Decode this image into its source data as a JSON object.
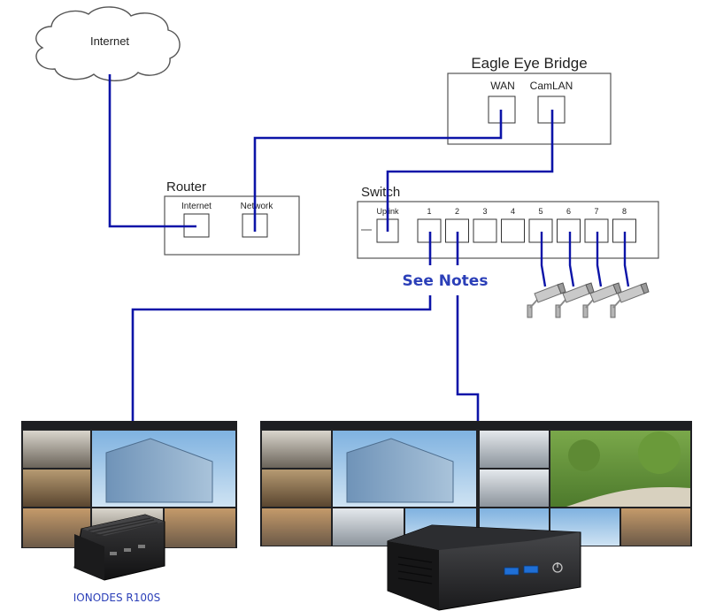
{
  "internet": {
    "label": "Internet"
  },
  "bridge": {
    "title": "Eagle Eye Bridge",
    "ports": [
      "WAN",
      "CamLAN"
    ]
  },
  "router": {
    "title": "Router",
    "ports": [
      "Internet",
      "Network"
    ]
  },
  "switch": {
    "title": "Switch",
    "uplink_label": "Uplink",
    "ports": [
      "1",
      "2",
      "3",
      "4",
      "5",
      "6",
      "7",
      "8"
    ]
  },
  "notes": {
    "label": "See Notes"
  },
  "devices": {
    "left_caption": "IONODES R100S"
  },
  "colors": {
    "wire": "#0c14a8",
    "notes_text": "#2b3fb8",
    "caption_text": "#2b3fb8"
  },
  "icons": [
    "cloud-icon",
    "security-camera-icon",
    "mini-pc-icon",
    "usb-port-icon",
    "power-button-icon"
  ]
}
